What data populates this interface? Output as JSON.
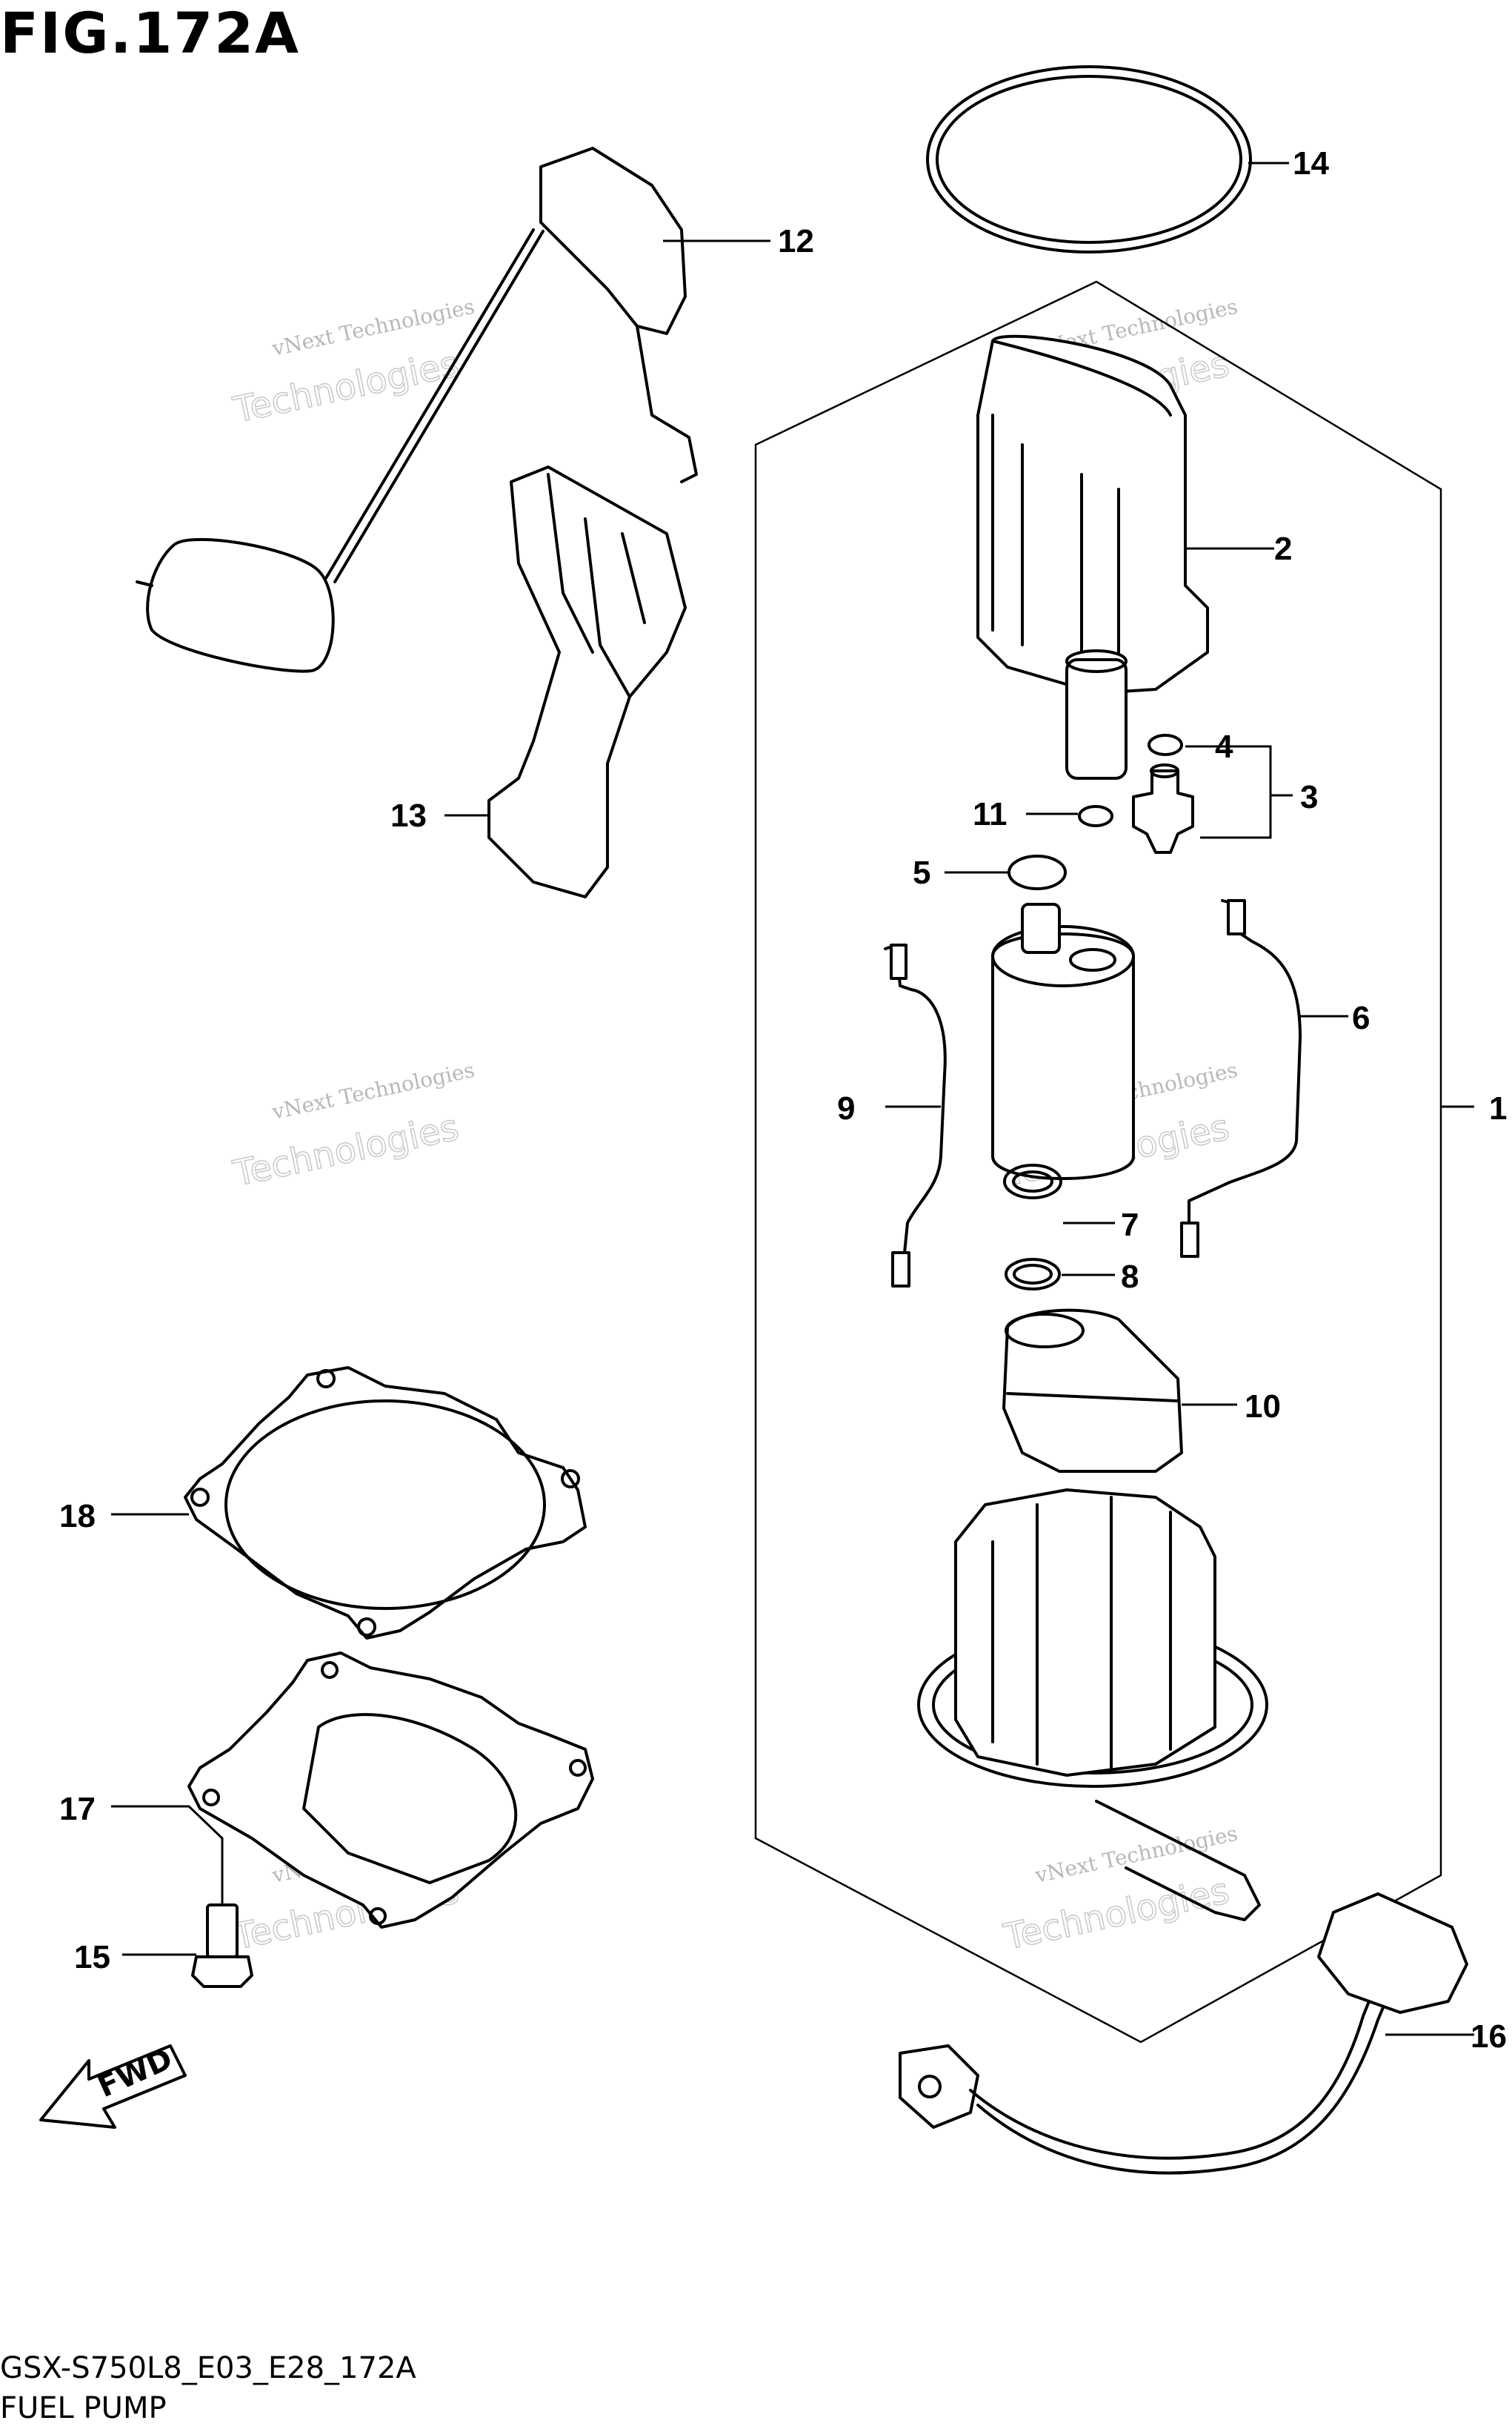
{
  "figure": {
    "title": "FIG.172A",
    "model_code": "GSX-S750L8_E03_E28_172A",
    "section_name": "FUEL PUMP",
    "fwd_label": "FWD"
  },
  "watermark": {
    "line1": "vNext Technologies",
    "line2": "Technologies",
    "line3": "vNext"
  },
  "callouts": [
    {
      "id": "1",
      "label": "1"
    },
    {
      "id": "2",
      "label": "2"
    },
    {
      "id": "3",
      "label": "3"
    },
    {
      "id": "4",
      "label": "4"
    },
    {
      "id": "5",
      "label": "5"
    },
    {
      "id": "6",
      "label": "6"
    },
    {
      "id": "7",
      "label": "7"
    },
    {
      "id": "8",
      "label": "8"
    },
    {
      "id": "9",
      "label": "9"
    },
    {
      "id": "10",
      "label": "10"
    },
    {
      "id": "11",
      "label": "11"
    },
    {
      "id": "12",
      "label": "12"
    },
    {
      "id": "13",
      "label": "13"
    },
    {
      "id": "14",
      "label": "14"
    },
    {
      "id": "15",
      "label": "15"
    },
    {
      "id": "16",
      "label": "16"
    },
    {
      "id": "17",
      "label": "17"
    },
    {
      "id": "18",
      "label": "18"
    }
  ]
}
